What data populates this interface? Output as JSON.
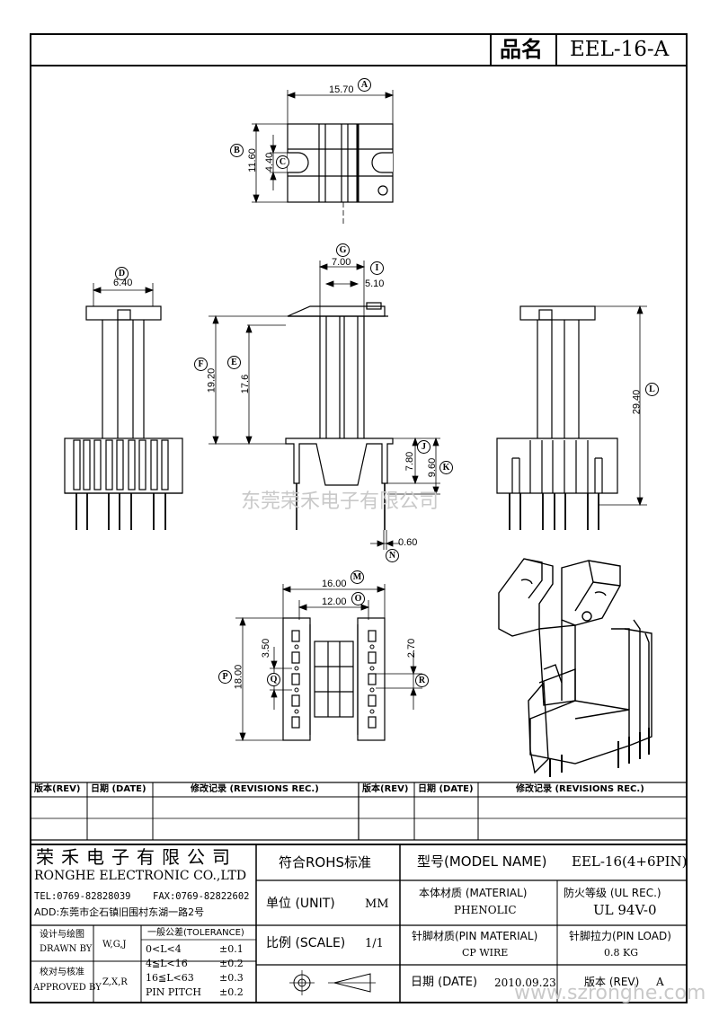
{
  "header": {
    "name_label": "品名",
    "part_no": "EEL-16-A"
  },
  "dims": {
    "A": "15.70",
    "B": "11.60",
    "C": "4.40",
    "D": "6.40",
    "G": "7.00",
    "I": "5.10",
    "F": "19.20",
    "E": "17.6",
    "L": "29.40",
    "J": "7.80",
    "K": "9.60",
    "N": "0.60",
    "M": "16.00",
    "O": "12.00",
    "P": "18.00",
    "Q": "3.50",
    "R": "2.70"
  },
  "markers": [
    "A",
    "B",
    "C",
    "D",
    "E",
    "F",
    "G",
    "I",
    "J",
    "K",
    "L",
    "M",
    "N",
    "O",
    "P",
    "Q",
    "R"
  ],
  "watermarks": {
    "center": "东莞荣禾电子有限公司",
    "bottom": "www.szronghe.com"
  },
  "revisions": {
    "headers": [
      "版本(REV)",
      "日期 (DATE)",
      "修改记录 (REVISIONS REC.)",
      "版本(REV)",
      "日期 (DATE)",
      "修改记录 (REVISIONS REC.)"
    ]
  },
  "company": {
    "name_cn": "荣禾电子有限公司",
    "name_en": "RONGHE ELECTRONIC CO.,LTD",
    "tel": "TEL:0769-82828039",
    "fax": "FAX:0769-82822602",
    "addr": "ADD:东莞市企石镇旧围村东湖一路2号"
  },
  "rohs": "符合ROHS标准",
  "model": {
    "label": "型号(MODEL NAME)",
    "value": "EEL-16(4+6PIN)"
  },
  "unit": {
    "label": "单位 (UNIT)",
    "value": "MM"
  },
  "material": {
    "label": "本体材质 (MATERIAL)",
    "value": "PHENOLIC"
  },
  "flame": {
    "label": "防火等级 (UL REC.)",
    "value": "UL 94V-0"
  },
  "scale": {
    "label": "比例 (SCALE)",
    "value": "1/1"
  },
  "pin_material": {
    "label": "针脚材质(PIN MATERIAL)",
    "value": "CP WIRE"
  },
  "pin_load": {
    "label": "针脚拉力(PIN LOAD)",
    "value": "0.8 KG"
  },
  "date": {
    "label": "日期 (DATE)",
    "value": "2010.09.23"
  },
  "version": {
    "label": "版本 (REV)",
    "value": "A"
  },
  "design": {
    "label_cn": "设计与绘图",
    "label_en": "DRAWN BY",
    "value": "W,G,J"
  },
  "approve": {
    "label_cn": "校对与核准",
    "label_en": "APPROVED BY",
    "value": "Z,X,R"
  },
  "tolerance": {
    "title": "一般公差(TOLERANCE)",
    "rows": [
      {
        "range": "0<L<4",
        "value": "±0.1"
      },
      {
        "range": "4≦L<16",
        "value": "±0.2"
      },
      {
        "range": "16≦L<63",
        "value": "±0.3"
      },
      {
        "range": "PIN PITCH",
        "value": "±0.2"
      }
    ]
  }
}
